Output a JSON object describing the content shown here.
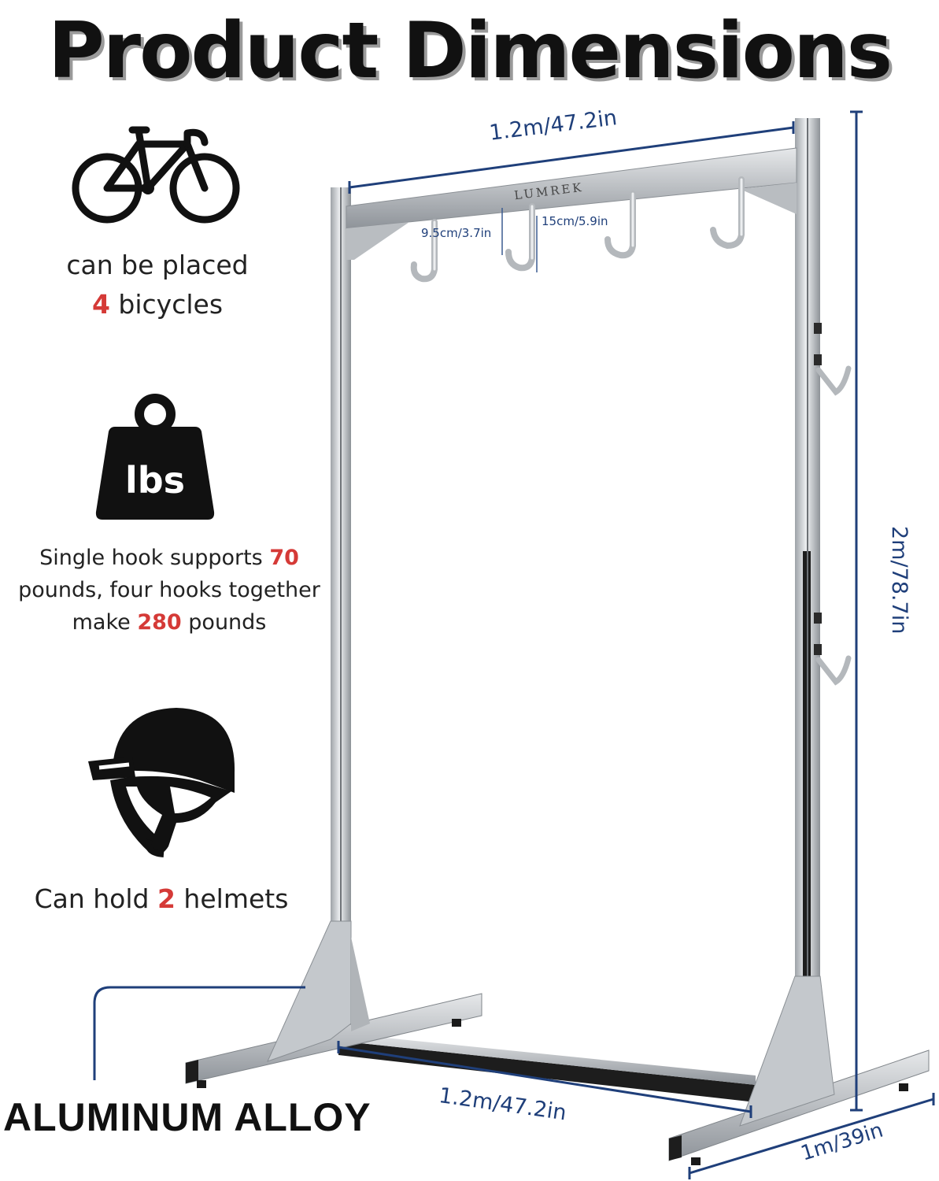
{
  "title": "Product Dimensions",
  "features": {
    "bicycles": {
      "icon": "bicycle-icon",
      "line1": "can be placed",
      "count": "4",
      "line2_rest": " bicycles"
    },
    "weight": {
      "icon": "weight-lbs-icon",
      "icon_text": "lbs",
      "part1": "Single hook supports ",
      "single_value": "70",
      "part2": "pounds, four hooks together",
      "part3": "make ",
      "total_value": "280",
      "part4": " pounds"
    },
    "helmets": {
      "icon": "helmet-icon",
      "part1": "Can hold ",
      "count": "2",
      "part2": " helmets"
    }
  },
  "brand": "LUMREK",
  "dimensions": {
    "top_width": "1.2m/47.2in",
    "height": "2m/78.7in",
    "bottom_width": "1.2m/47.2in",
    "depth": "1m/39in",
    "hook_spacing": "15cm/5.9in",
    "hook_depth": "9.5cm/3.7in"
  },
  "material": "ALUMINUM ALLOY",
  "colors": {
    "accent": "#d53a37",
    "dimension_blue": "#1f3f7a",
    "aluminum": "#c9ccd0"
  }
}
